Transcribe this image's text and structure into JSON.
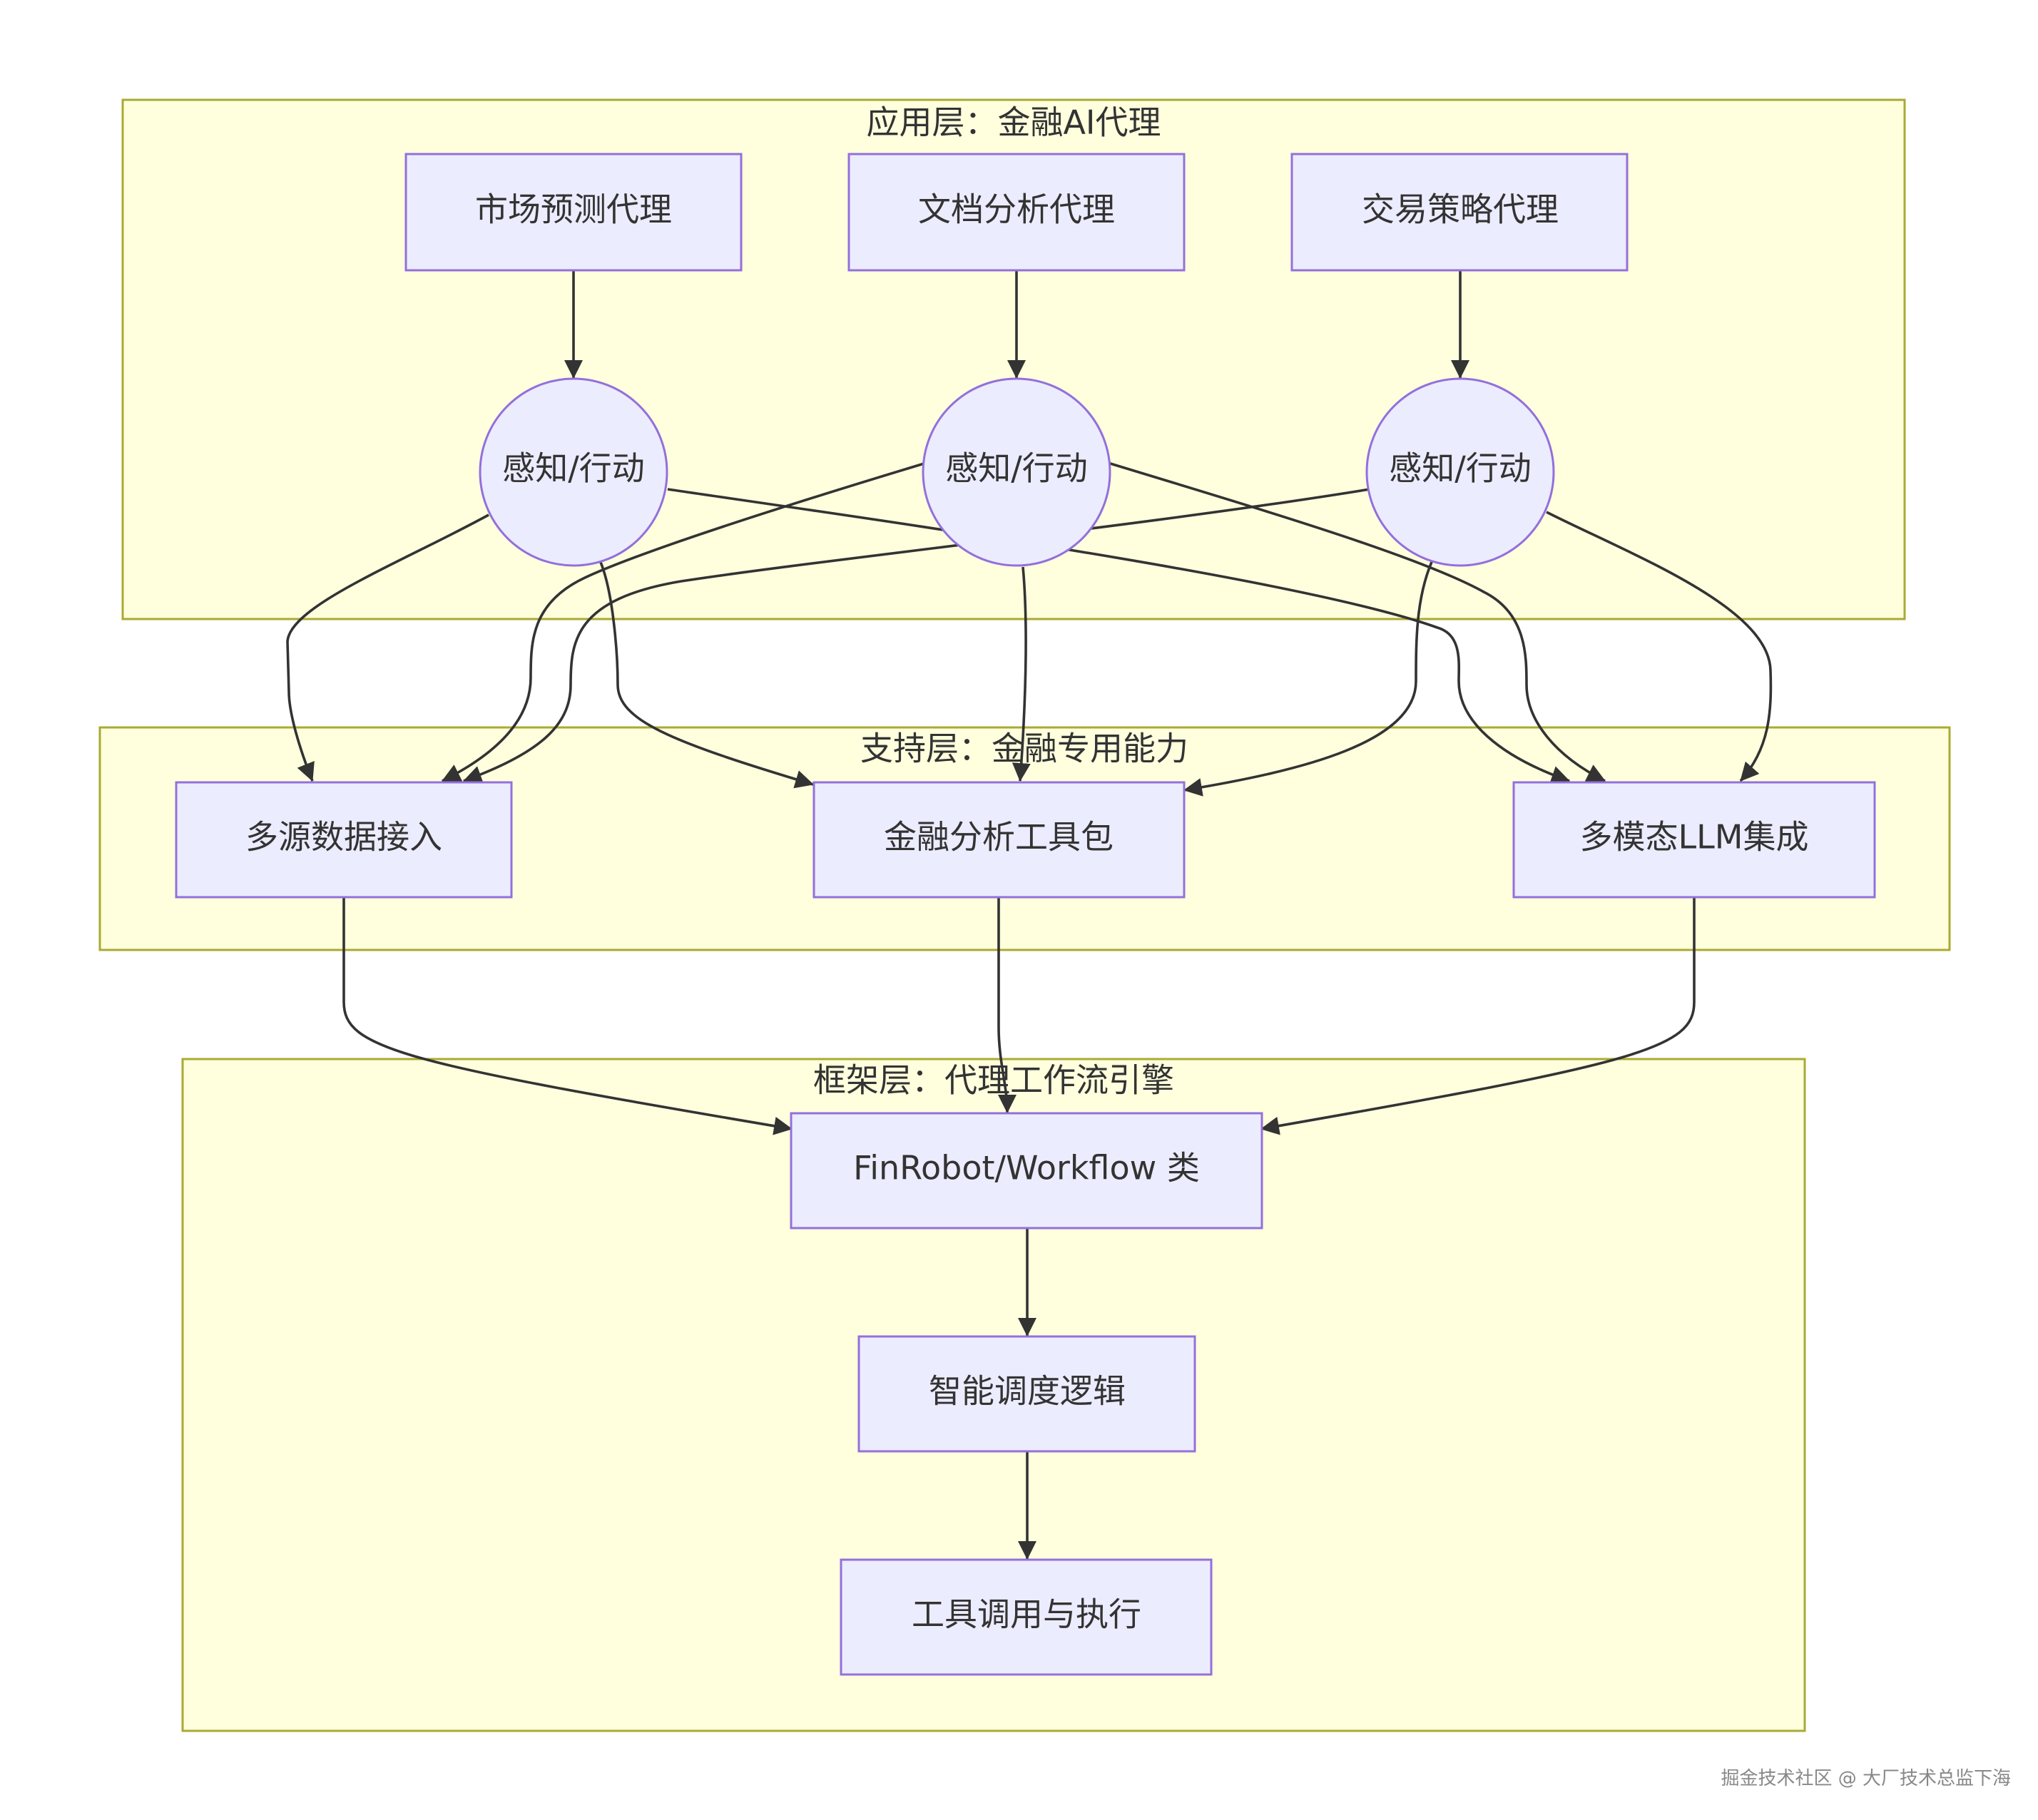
{
  "subgraphs": {
    "application": "应用层：金融AI代理",
    "support": "支持层：金融专用能力",
    "framework": "框架层：代理工作流引擎"
  },
  "nodes": {
    "market_agent": "市场预测代理",
    "doc_agent": "文档分析代理",
    "trade_agent": "交易策略代理",
    "perceive_1": "感知/行动",
    "perceive_2": "感知/行动",
    "perceive_3": "感知/行动",
    "data_ingest": "多源数据接入",
    "fin_toolkit": "金融分析工具包",
    "llm_integration": "多模态LLM集成",
    "workflow_class": "FinRobot/Workflow 类",
    "scheduler": "智能调度逻辑",
    "tool_exec": "工具调用与执行"
  },
  "edges": [
    [
      "市场预测代理",
      "感知/行动"
    ],
    [
      "文档分析代理",
      "感知/行动"
    ],
    [
      "交易策略代理",
      "感知/行动"
    ],
    [
      "感知/行动",
      "多源数据接入"
    ],
    [
      "感知/行动",
      "金融分析工具包"
    ],
    [
      "感知/行动",
      "多模态LLM集成"
    ],
    [
      "多源数据接入",
      "FinRobot/Workflow 类"
    ],
    [
      "金融分析工具包",
      "FinRobot/Workflow 类"
    ],
    [
      "多模态LLM集成",
      "FinRobot/Workflow 类"
    ],
    [
      "FinRobot/Workflow 类",
      "智能调度逻辑"
    ],
    [
      "智能调度逻辑",
      "工具调用与执行"
    ]
  ],
  "watermark": "掘金技术社区 @ 大厂技术总监下海",
  "colors": {
    "subgraph_fill": "#ffffde",
    "subgraph_stroke": "#aaaa33",
    "node_fill": "#ececff",
    "node_stroke": "#9370db",
    "edge": "#333333"
  }
}
